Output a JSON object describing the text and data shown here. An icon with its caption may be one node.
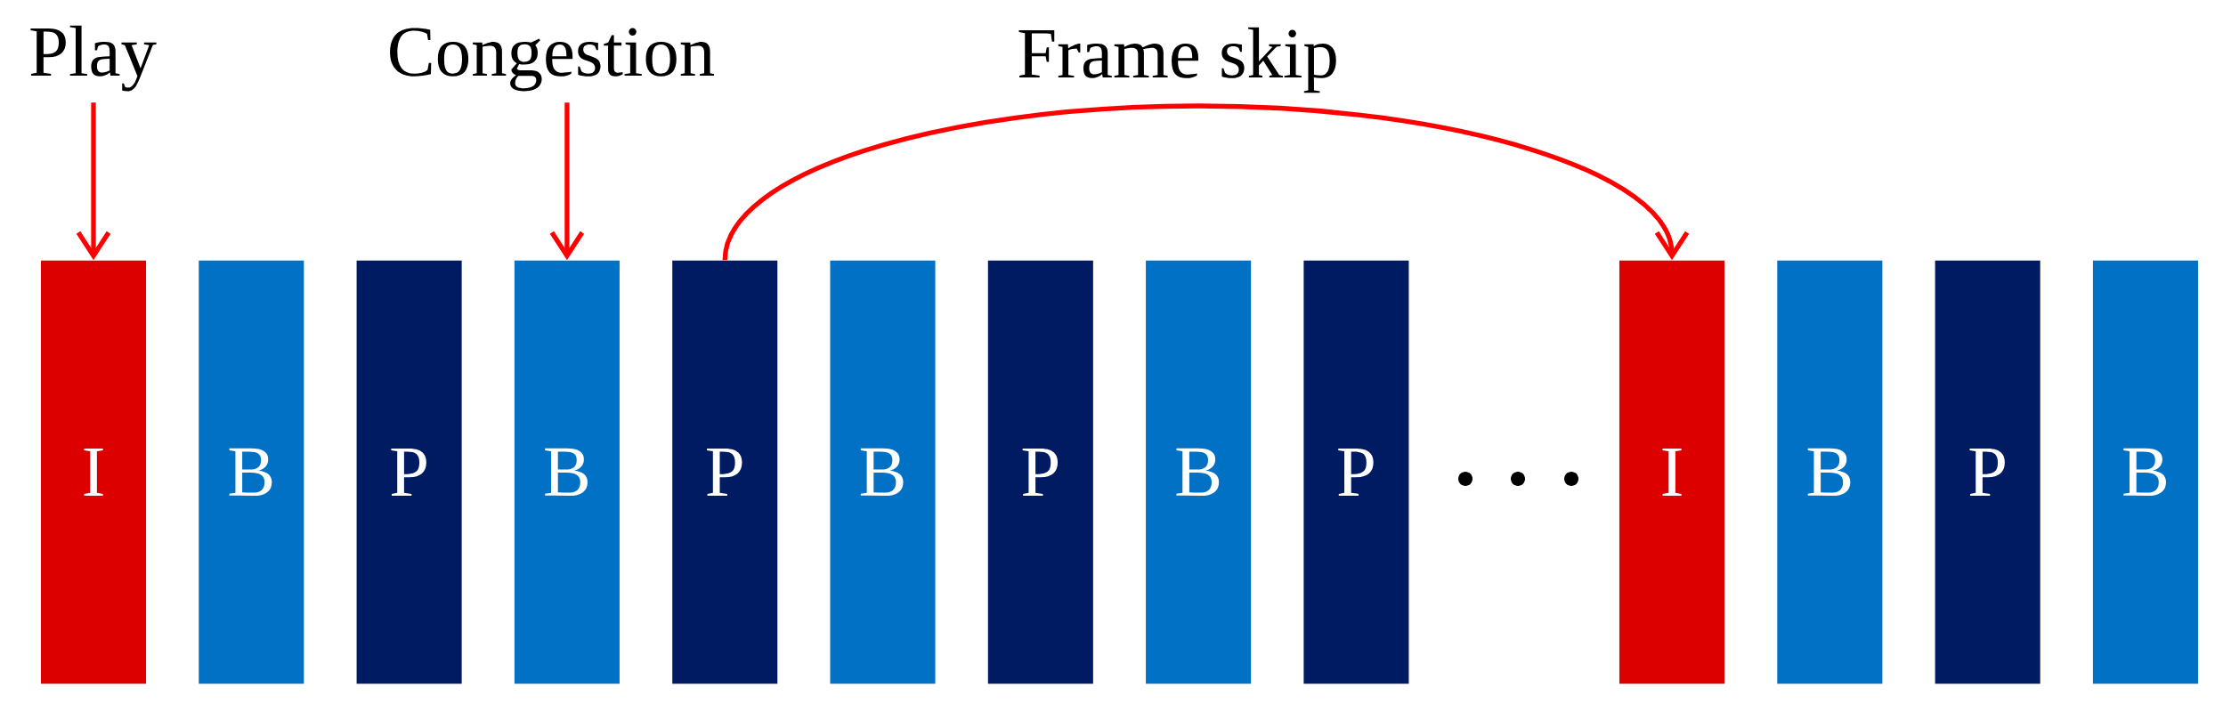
{
  "diagram": {
    "nodes": [
      {
        "text": [
          "Play"
        ]
      },
      {
        "text": [
          "Congestion"
        ]
      },
      {
        "text": [
          "I"
        ]
      },
      {
        "text": [
          "B"
        ]
      },
      {
        "text": [
          "P"
        ]
      },
      {
        "text": [
          "B"
        ]
      },
      {
        "text": [
          "P"
        ]
      },
      {
        "text": [
          "B"
        ]
      },
      {
        "text": [
          "P"
        ]
      },
      {
        "text": [
          "B"
        ]
      },
      {
        "text": [
          "P"
        ]
      },
      {
        "text": [
          "I"
        ]
      },
      {
        "text": [
          "B"
        ]
      },
      {
        "text": [
          "P"
        ]
      },
      {
        "text": [
          "B"
        ]
      }
    ],
    "edges": [
      {
        "from": 0,
        "to": 2,
        "arrow": "to"
      },
      {
        "from": 1,
        "to": 5,
        "arrow": "to"
      },
      {
        "from": 6,
        "to": 11,
        "arrow": "to",
        "label": "Frame skip"
      }
    ]
  }
}
